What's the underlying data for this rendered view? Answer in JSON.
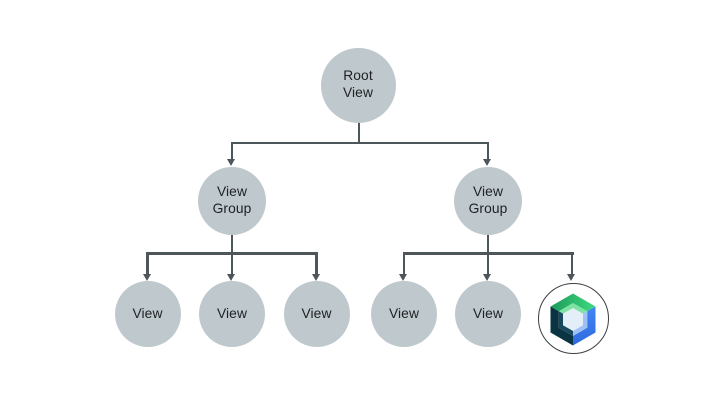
{
  "diagram": {
    "kind": "tree",
    "nodes": {
      "root": {
        "label": "Root\nView"
      },
      "group_left": {
        "label": "View\nGroup"
      },
      "group_right": {
        "label": "View\nGroup"
      },
      "view_left_1": {
        "label": "View"
      },
      "view_left_2": {
        "label": "View"
      },
      "view_left_3": {
        "label": "View"
      },
      "view_right_1": {
        "label": "View"
      },
      "view_right_2": {
        "label": "View"
      },
      "compose_leaf": {
        "icon": "jetpack-compose-logo"
      }
    },
    "edges": [
      [
        "root",
        "group_left"
      ],
      [
        "root",
        "group_right"
      ],
      [
        "group_left",
        "view_left_1"
      ],
      [
        "group_left",
        "view_left_2"
      ],
      [
        "group_left",
        "view_left_3"
      ],
      [
        "group_right",
        "view_right_1"
      ],
      [
        "group_right",
        "view_right_2"
      ],
      [
        "group_right",
        "compose_leaf"
      ]
    ]
  },
  "colors": {
    "background": "#FFFFFF",
    "node_fill": "#BEC8CD",
    "node_text": "#1F2123",
    "connector": "#4D565A",
    "compose_logo": {
      "green_start": "#1C9A5A",
      "green_end": "#3FD97F",
      "green_bevel": "#7CE3A3",
      "blue_top": "#4285F4",
      "blue_bottom": "#2E6BE0",
      "blue_bevel": "#9FC1F5",
      "navy": "#0B3443",
      "navy_bevel": "#17485E",
      "center": "#E3EEF8",
      "ring_border": "#3A4043",
      "ring_fill": "#FFFFFF"
    }
  }
}
